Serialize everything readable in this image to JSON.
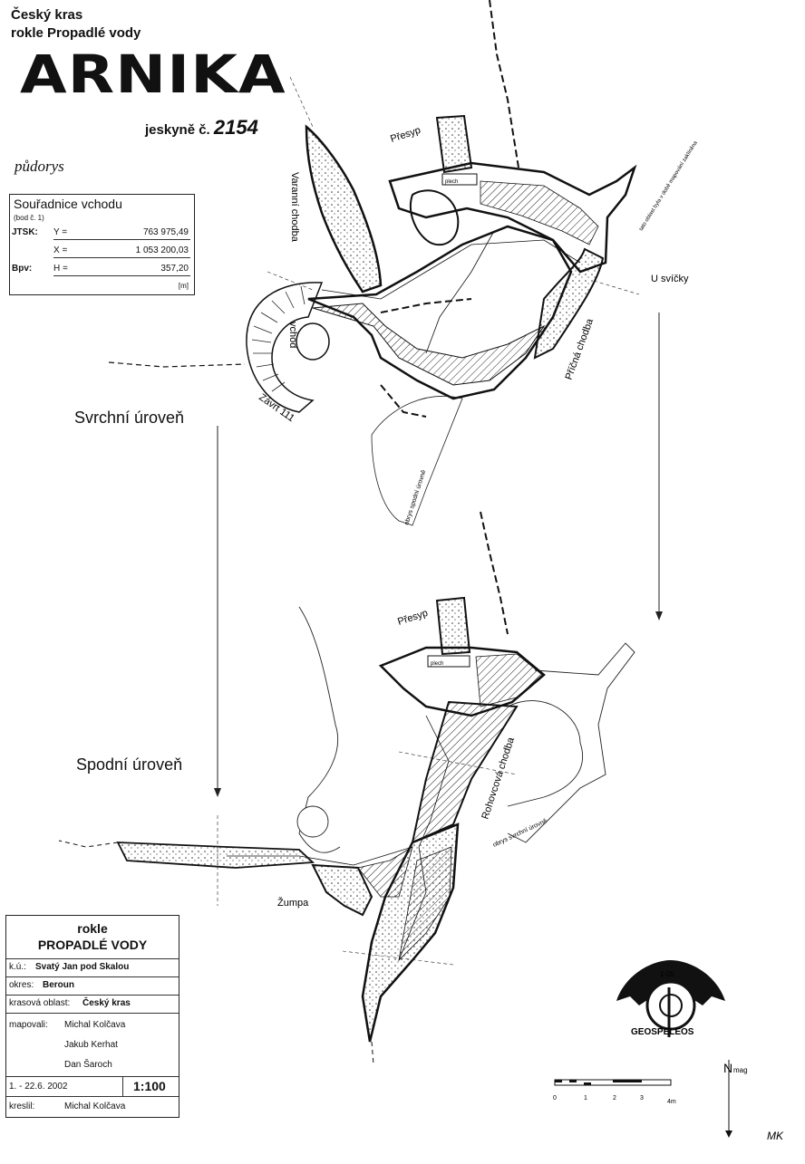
{
  "header": {
    "region": "Český kras",
    "gorge": "rokle Propadlé vody",
    "cave_name": "ARNIKA",
    "cave_number_label": "jeskyně č.",
    "cave_number": "2154",
    "view": "půdorys"
  },
  "coords": {
    "title": "Souřadnice vchodu",
    "subtitle": "(bod č. 1)",
    "rows": [
      {
        "system": "JTSK:",
        "axis": "Y =",
        "value": "763 975,49"
      },
      {
        "system": "",
        "axis": "X =",
        "value": "1 053 200,03"
      },
      {
        "system": "Bpv:",
        "axis": "H =",
        "value": "357,20"
      }
    ],
    "unit": "[m]"
  },
  "levels": {
    "upper": "Svrchní úroveň",
    "lower": "Spodní úroveň"
  },
  "map_labels": {
    "presyp": "Přesyp",
    "varanni": "Varanní chodba",
    "vchod": "vchod",
    "zavrt": "Závrt 111",
    "u_svicky": "U svíčky",
    "pricna": "Příčná chodba",
    "rohovcova": "Rohovcová chodba",
    "zumpa": "Žumpa",
    "obrys_spodni": "obrys spodní úrovně",
    "obrys_svrchni": "obrys svrchní úrovně",
    "plech": "plech",
    "note": "tato oblast byla v době mapování zaklíněna"
  },
  "info": {
    "title1": "rokle",
    "title2": "PROPADLÉ VODY",
    "ku_label": "k.ú.:",
    "ku_value": "Svatý Jan pod Skalou",
    "okres_label": "okres:",
    "okres_value": "Beroun",
    "oblast_label": "krasová oblast:",
    "oblast_value": "Český kras",
    "mapovali_label": "mapovali:",
    "mapovali": [
      "Michal Kolčava",
      "Jakub Kerhat",
      "Dan Šaroch"
    ],
    "date": "1. - 22.6. 2002",
    "scale": "1:100",
    "kreslil_label": "kreslil:",
    "kreslil_value": "Michal Kolčava"
  },
  "logo": {
    "text": "GEOSPELEOS",
    "code": "1-05"
  },
  "scale_bar": {
    "ticks": [
      "0",
      "1",
      "2",
      "3",
      "4m"
    ]
  },
  "north": {
    "label": "N",
    "sub": "mag"
  },
  "signature": "MK"
}
